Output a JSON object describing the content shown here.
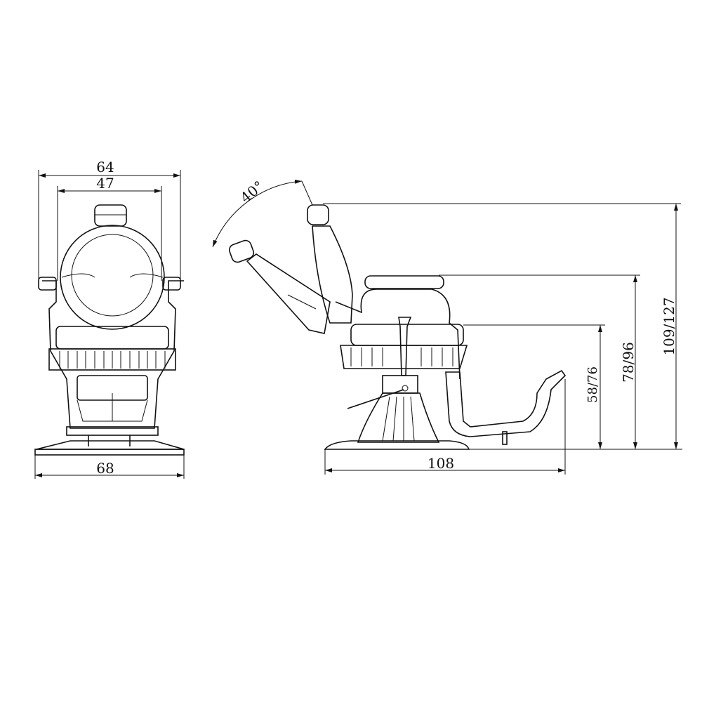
{
  "front_view": {
    "width_overall": "64",
    "width_inner": "47",
    "base_width": "68"
  },
  "side_view": {
    "recline_angle": "40°",
    "length": "108",
    "seat_height": "58/76",
    "armrest_height": "78/96",
    "total_height": "109/127"
  },
  "colors": {
    "line": "#111111",
    "background": "#ffffff"
  }
}
